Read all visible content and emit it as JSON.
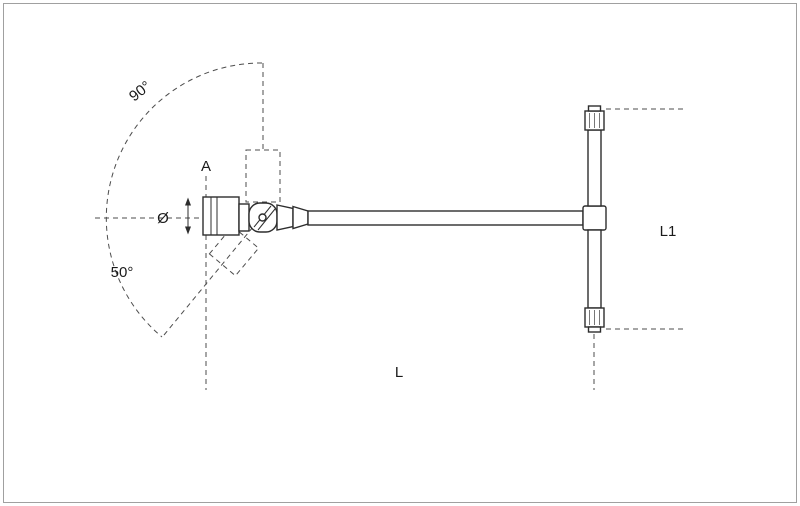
{
  "drawing": {
    "description": "Technical line drawing of a T-handle wrench with swivelling (universal joint) socket head",
    "colors": {
      "line": "#2d2d2d",
      "dashed_guides": "#4d4d4d",
      "border": "#a0a0a0",
      "background": "#ffffff"
    },
    "labels": {
      "swivel_angle_up": "90°",
      "swivel_angle_down": "50°",
      "socket_width": "A",
      "socket_diameter": "Ø",
      "total_length": "L",
      "handle_length": "L1"
    }
  }
}
